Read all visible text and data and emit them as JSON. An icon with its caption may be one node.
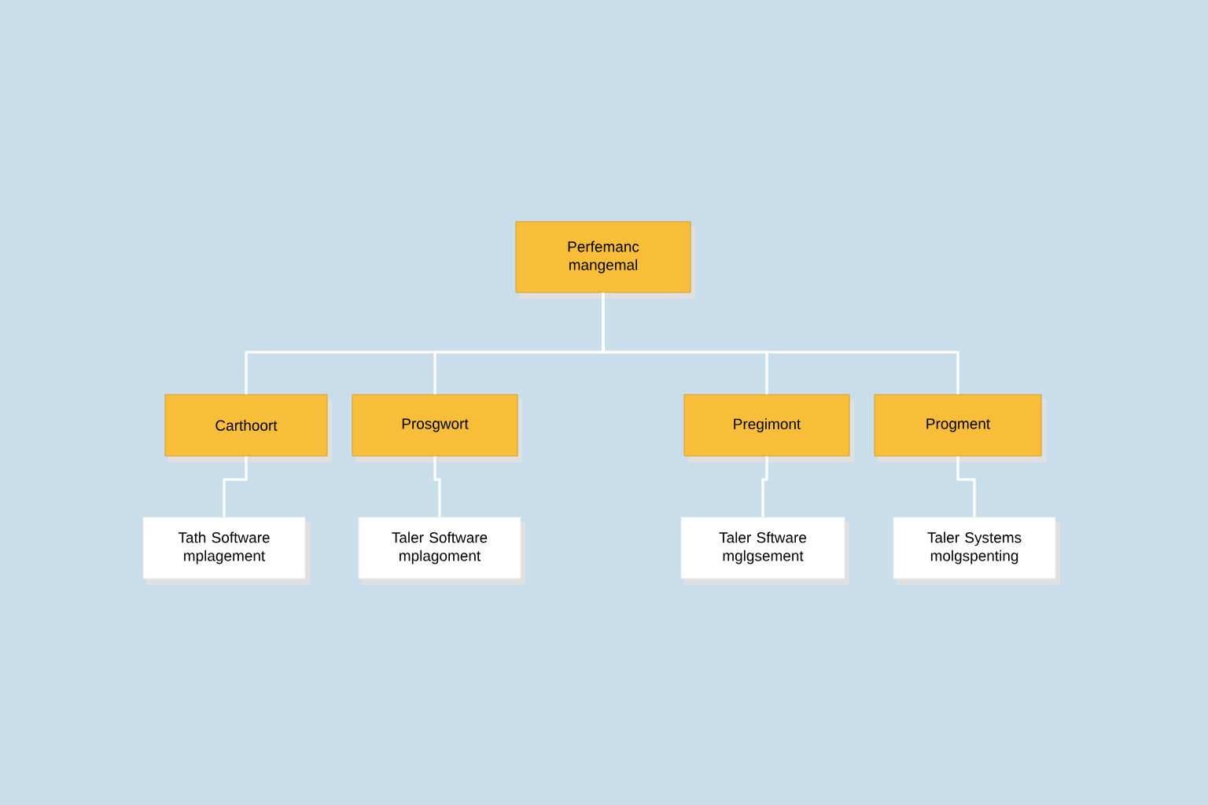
{
  "diagram": {
    "nodes": [
      {
        "text": [
          "Perfemanc mangemal"
        ]
      },
      {
        "text": [
          "Carthoort"
        ]
      },
      {
        "text": [
          "Prosgwort"
        ]
      },
      {
        "text": [
          "Pregimont"
        ]
      },
      {
        "text": [
          "Progment"
        ]
      },
      {
        "text": [
          "Tath Software mplagement"
        ]
      },
      {
        "text": [
          "Taler Software mplagoment"
        ]
      },
      {
        "text": [
          "Taler Sftware mglgsement"
        ]
      },
      {
        "text": [
          "Taler Systems molgspenting"
        ]
      }
    ],
    "edges": [
      {
        "from": 0,
        "to": 1,
        "arrow": "none"
      },
      {
        "from": 0,
        "to": 2,
        "arrow": "none"
      },
      {
        "from": 0,
        "to": 3,
        "arrow": "none"
      },
      {
        "from": 0,
        "to": 4,
        "arrow": "none"
      },
      {
        "from": 1,
        "to": 5,
        "arrow": "none"
      },
      {
        "from": 2,
        "to": 6,
        "arrow": "none"
      },
      {
        "from": 3,
        "to": 7,
        "arrow": "none"
      },
      {
        "from": 4,
        "to": 8,
        "arrow": "none"
      }
    ]
  }
}
